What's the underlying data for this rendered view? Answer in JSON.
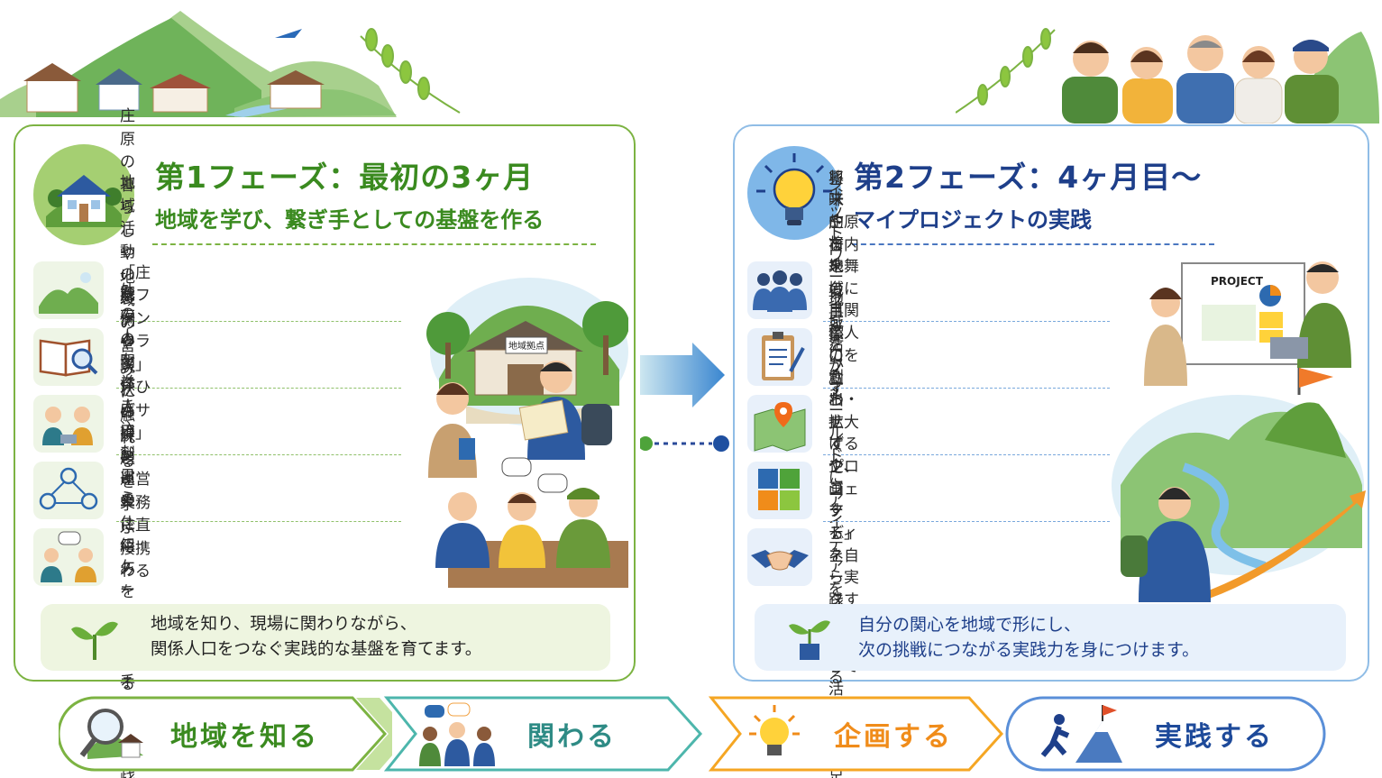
{
  "phase1": {
    "title": "第1フェーズ：最初の3ヶ月",
    "subtitle": "地域を学び、繋ぎ手としての基盤を作る",
    "icon": "house-icon",
    "items": [
      {
        "text": "庄原の暮らしや地域の営みに触れる",
        "icon": "landscape-icon"
      },
      {
        "text": "地域活動の裏側や現状の課題を学ぶ",
        "icon": "book-magnifier-icon"
      },
      {
        "text": "「庄原ファンクラブ」「ひばサポ」の\n運営業務に直接携わる",
        "icon": "people-working-icon"
      },
      {
        "text": "既存の関係人口創出の仕組みを理解する",
        "icon": "network-people-icon"
      },
      {
        "text": "外の人を巻き込むコミュニケーション\n手法を実践する",
        "icon": "conversation-icon"
      }
    ],
    "building_sign": "地域拠点",
    "summary": "地域を知り、現場に関わりながら、\n関係人口をつなぐ実践的な基盤を育てます。",
    "summary_icon": "sprout-icon",
    "color": "#3a8a1f"
  },
  "phase2": {
    "title": "第2フェーズ：4ヶ月目〜",
    "subtitle": "マイプロジェクトの実践",
    "icon": "lightbulb-icon",
    "items": [
      {
        "text": "ネットワークを活かす",
        "icon": "team-icon"
      },
      {
        "text": "興味や将来の目標に合わせて企画する",
        "icon": "clipboard-icon"
      },
      {
        "text": "庄原市内を舞台に「関係人口を創出・\n拡大するプロジェクト」を自ら実践する",
        "icon": "map-pin-icon"
      },
      {
        "text": "地域をフィールドにアイデアを形にする",
        "icon": "puzzle-icon"
      },
      {
        "text": "将来的な地域事業の立ち上げや、\nコーディネーターとして活躍する\n足がかりをつくる",
        "icon": "handshake-icon"
      }
    ],
    "board_label": "PROJECT",
    "summary": "自分の関心を地域で形にし、\n次の挑戦につながる実践力を身につけます。",
    "summary_icon": "potted-plant-icon",
    "color": "#1e3f8a"
  },
  "steps": [
    {
      "label": "地域を知る",
      "icon": "magnifier-house-icon",
      "color": "#3a8a1f"
    },
    {
      "label": "関わる",
      "icon": "group-chat-icon",
      "color": "#2e8b85"
    },
    {
      "label": "企画する",
      "icon": "bulb-icon",
      "color": "#f08c1a"
    },
    {
      "label": "実践する",
      "icon": "climber-flag-icon",
      "color": "#1e4a9a"
    }
  ]
}
